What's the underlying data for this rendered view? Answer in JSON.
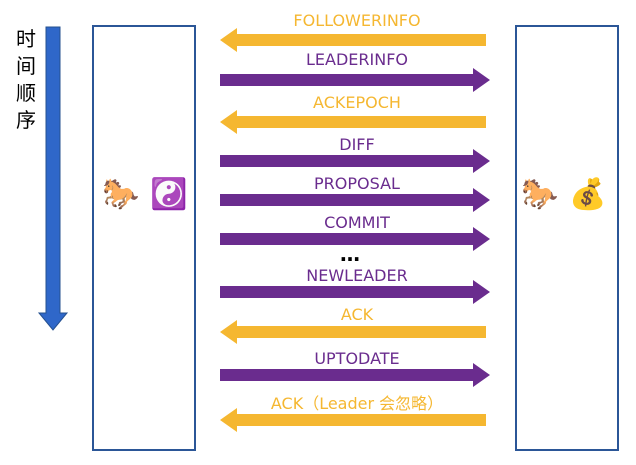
{
  "time_label": [
    "时",
    "间",
    "顺",
    "序"
  ],
  "colors": {
    "orange": "#f5b731",
    "purple": "#6a2c8e",
    "blue": "#2f67c9",
    "box_border": "#2b5697"
  },
  "left_box": {
    "icons": [
      "horse-icon",
      "yin-yang-icon"
    ]
  },
  "right_box": {
    "icons": [
      "horse-icon",
      "money-bag-icon"
    ]
  },
  "messages": [
    {
      "label": "FOLLOWERINFO",
      "direction": "left",
      "color": "orange"
    },
    {
      "label": "LEADERINFO",
      "direction": "right",
      "color": "purple"
    },
    {
      "label": "ACKEPOCH",
      "direction": "left",
      "color": "orange"
    },
    {
      "label": "DIFF",
      "direction": "right",
      "color": "purple"
    },
    {
      "label": "PROPOSAL",
      "direction": "right",
      "color": "purple"
    },
    {
      "label": "COMMIT",
      "direction": "right",
      "color": "purple"
    },
    {
      "label": "NEWLEADER",
      "direction": "right",
      "color": "purple"
    },
    {
      "label": "ACK",
      "direction": "left",
      "color": "orange"
    },
    {
      "label": "UPTODATE",
      "direction": "right",
      "color": "purple"
    },
    {
      "label": "ACK（Leader 会忽略）",
      "direction": "left",
      "color": "orange"
    }
  ],
  "ellipsis": "…"
}
